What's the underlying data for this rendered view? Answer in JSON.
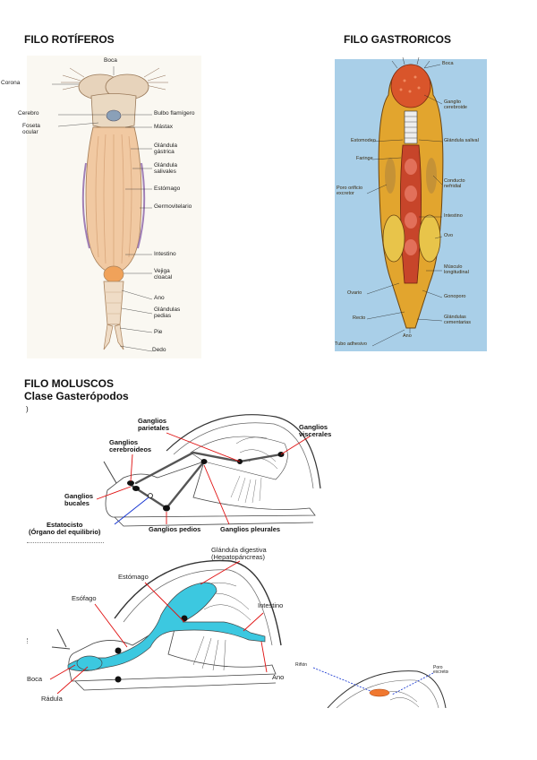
{
  "sections": {
    "rotiferos": {
      "title": "FILO ROTÍFEROS",
      "labels": {
        "boca": "Boca",
        "corona": "Corona",
        "cerebro": "Cerebro",
        "foseta": "Foseta\nocular",
        "bulbo": "Bulbo flamígero",
        "mastax": "Mástax",
        "gland_gastrica": "Glándula\ngástrica",
        "gland_salivales": "Glándula\nsalivales",
        "estomago": "Estómago",
        "germovitelario": "Germovitelario",
        "intestino": "Intestino",
        "vejiga": "Vejiga\ncloacal",
        "ano": "Ano",
        "gland_pedias": "Glándulas\npedias",
        "pie": "Pie",
        "dedo": "Dedo"
      }
    },
    "gastroricos": {
      "title": "FILO GASTRORICOS",
      "labels": {
        "boca": "Boca",
        "ganglio": "Ganglio\ncerebroide",
        "estomodeo": "Estomodeo",
        "gland_salival": "Glándula salival",
        "faringe": "Faringe",
        "poro": "Poro orificio\nexcretor",
        "conducto": "Conducto\nnefridial",
        "intestino": "Intestino",
        "ovo": "Ovo",
        "musculo": "Músculo\nlongitudinal",
        "ovario": "Ovario",
        "gonoporo": "Gonoporo",
        "recto": "Recto",
        "gland_cementarias": "Glándulas\ncementarias",
        "ano": "Ano",
        "tubo": "Tubo adhesivo"
      }
    },
    "moluscos": {
      "title": "FILO MOLUSCOS",
      "subtitle": "Clase Gasterópodos",
      "fragment": ")",
      "nervous": {
        "parietales": "Ganglios\nparietales",
        "viscerales": "Ganglios\nviscerales",
        "cerebroideos": "Ganglios\ncerebroideos",
        "bucales": "Ganglios\nbucales",
        "estatocisto": "Estatocisto\n(Órgano del equilibrio)",
        "pedios": "Ganglios pedios",
        "pleurales": "Ganglios pleurales"
      },
      "digestive": {
        "glandula": "Glándula digestiva\n(Hepatopáncreas)",
        "estomago": "Estómago",
        "esofago": "Esófago",
        "intestino": "Intestino",
        "boca": "Boca",
        "radula": "Rádula",
        "ano": "Ano"
      },
      "excretory": {
        "rinon": "Riñón",
        "poro": "Poro\nexcretor"
      }
    }
  },
  "colors": {
    "gastro_bg": "#a9cfe8",
    "digestive_tract": "#3cc8e0",
    "ganglion": "#111111",
    "nerve_line": "#e01010",
    "statocyst_line": "#1030d0"
  }
}
